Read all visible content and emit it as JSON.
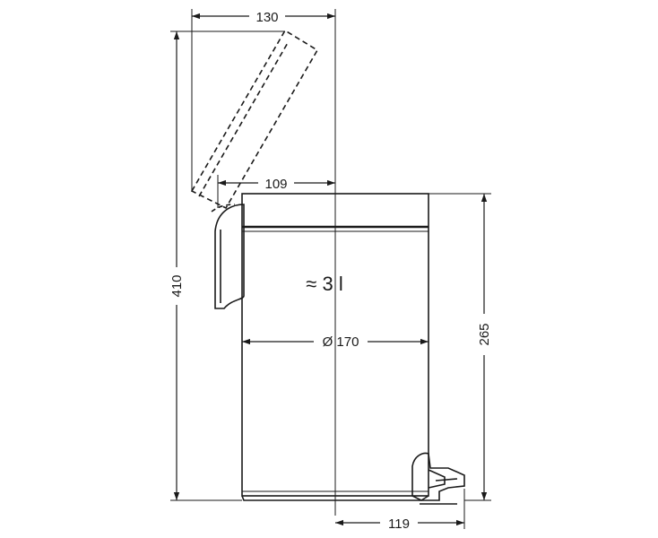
{
  "dimensions": {
    "lid_open_reach": "130",
    "hinge_to_center": "109",
    "total_height": "410",
    "body_height": "265",
    "diameter": "Ø 170",
    "pedal_offset": "119"
  },
  "capacity": "≈ 3 l",
  "colors": {
    "line": "#1a1a1a",
    "background": "#ffffff"
  }
}
